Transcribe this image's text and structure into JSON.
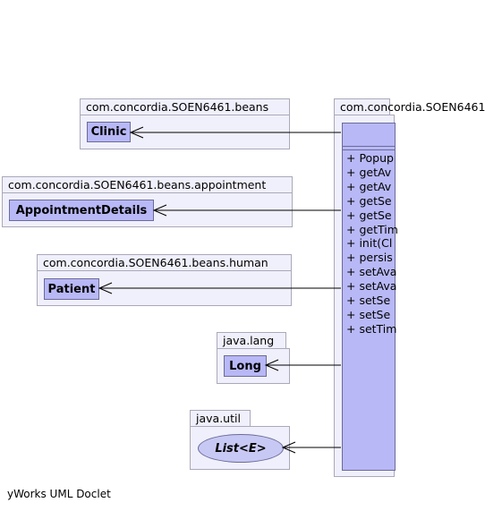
{
  "packages": {
    "beans": {
      "name": "com.concordia.SOEN6461.beans",
      "class": "Clinic"
    },
    "appointment": {
      "name": "com.concordia.SOEN6461.beans.appointment",
      "class": "AppointmentDetails"
    },
    "human": {
      "name": "com.concordia.SOEN6461.beans.human",
      "class": "Patient"
    },
    "lang": {
      "name": "java.lang",
      "class": "Long"
    },
    "util": {
      "name": "java.util",
      "interface": "List<E>"
    },
    "main": {
      "name": "com.concordia.SOEN6461"
    }
  },
  "main_class": {
    "members": [
      "+ Popup",
      "+ getAv",
      "+ getAv",
      "+ getSe",
      "+ getSe",
      "+ getTim",
      "+ init(Cl",
      "+ persis",
      "+ setAva",
      "+ setAva",
      "+ setSe",
      "+ setSe",
      "+ setTim"
    ]
  },
  "footer": "yWorks UML Doclet"
}
